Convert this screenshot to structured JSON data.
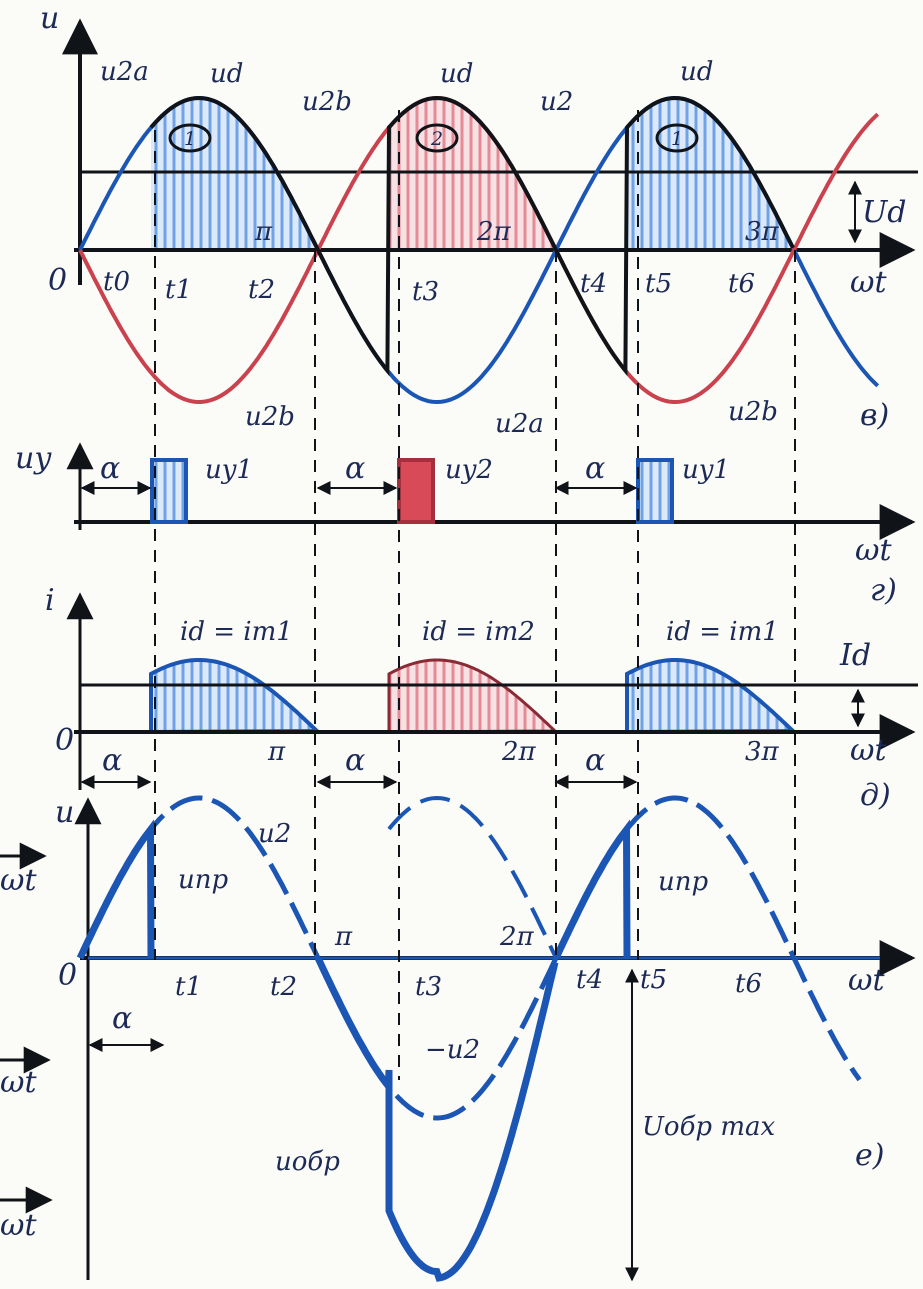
{
  "colors": {
    "blue": "#1b56b4",
    "red": "#c9424e",
    "black": "#101418",
    "hatch_blue": "#6fa3e6",
    "hatch_red": "#e58b95",
    "paper": "#fbfbf7"
  },
  "panel_v": {
    "y_axis": "u",
    "x_axis": "ωt",
    "origin": "0",
    "u2a": "u2a",
    "u2b_top": "u2b",
    "u2_right": "u2",
    "ud_1": "ud",
    "ud_2": "ud",
    "ud_3": "ud",
    "region_1a": "1",
    "region_2": "2",
    "region_1b": "1",
    "Ud": "Ud",
    "u2b_bottom_1": "u2b",
    "u2a_bottom": "u2a",
    "u2b_bottom_2": "u2b",
    "pi": "π",
    "two_pi": "2π",
    "three_pi": "3π",
    "t0": "t0",
    "t1": "t1",
    "t2": "t2",
    "t3": "t3",
    "t4": "t4",
    "t5": "t5",
    "t6": "t6",
    "panel_tag": "в)"
  },
  "panel_g": {
    "y_axis": "uy",
    "x_axis": "ωt",
    "alpha_1": "α",
    "alpha_2": "α",
    "alpha_3": "α",
    "uy1_a": "uy1",
    "uy2": "uy2",
    "uy1_b": "uy1",
    "panel_tag": "г)"
  },
  "panel_d": {
    "y_axis": "i",
    "x_axis": "ωt",
    "origin": "0",
    "id_1": "id = iт1",
    "id_2": "id = iт2",
    "id_3": "id = iт1",
    "Id": "Id",
    "alpha_1": "α",
    "alpha_2": "α",
    "alpha_3": "α",
    "pi": "π",
    "two_pi": "2π",
    "three_pi": "3π",
    "panel_tag": "д)"
  },
  "panel_e": {
    "y_axis": "u",
    "x_axis": "ωt",
    "origin": "0",
    "u2": "u2",
    "upr_1": "uпр",
    "upr_2": "uпр",
    "minus_u2": "−u2",
    "uobr": "uобр",
    "Uobr_max": "Uобр max",
    "alpha": "α",
    "pi": "π",
    "two_pi": "2π",
    "t1": "t1",
    "t2": "t2",
    "t3": "t3",
    "t4": "t4",
    "t5": "t5",
    "t6": "t6",
    "panel_tag": "е)"
  },
  "left_edge": {
    "wt_1": "ωt",
    "wt_2": "ωt",
    "wt_3": "ωt"
  }
}
